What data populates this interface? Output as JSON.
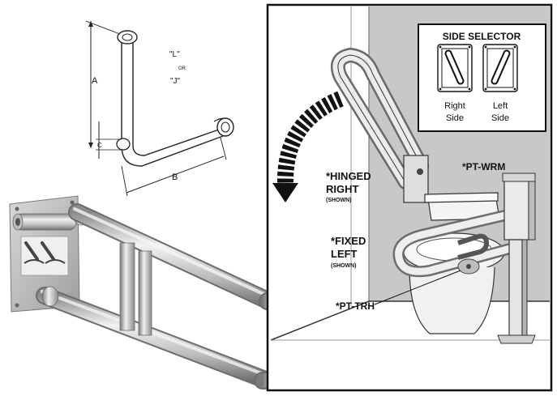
{
  "drawing": {
    "dim_a": "A",
    "dim_b": "B",
    "dim_c": "C",
    "shape_l": "\"L\"",
    "shape_or": "OR",
    "shape_j": "\"J\""
  },
  "selector": {
    "title": "SIDE SELECTOR",
    "right_line1": "Right",
    "right_line2": "Side",
    "left_line1": "Left",
    "left_line2": "Side"
  },
  "callouts": {
    "hinged_line1": "*HINGED",
    "hinged_line2": "RIGHT",
    "hinged_note": "(SHOWN)",
    "fixed_line1": "*FIXED",
    "fixed_line2": "LEFT",
    "fixed_note": "(SHOWN)",
    "pt_trh": "*PT-TRH",
    "pt_wrm": "*PT-WRM"
  },
  "colors": {
    "steel_light": "#e6e6e6",
    "steel_mid": "#b5b5b5",
    "steel_dark": "#7c7c7c",
    "wall_gray": "#c7c7c7",
    "line": "#111111"
  }
}
